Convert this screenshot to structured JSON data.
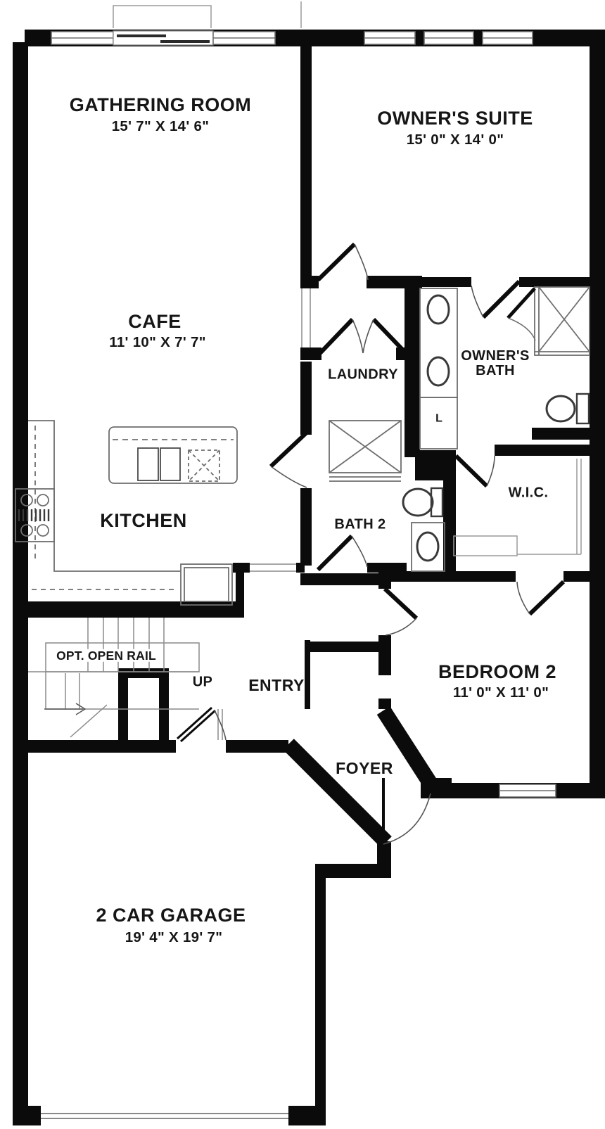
{
  "plan": {
    "rooms": {
      "gathering": {
        "name": "GATHERING ROOM",
        "dims": "15' 7\" X 14' 6\""
      },
      "owners_suite": {
        "name": "OWNER'S SUITE",
        "dims": "15' 0\" X 14' 0\""
      },
      "cafe": {
        "name": "CAFE",
        "dims": "11' 10\" X 7' 7\""
      },
      "kitchen": {
        "name": "KITCHEN"
      },
      "laundry": {
        "name": "LAUNDRY"
      },
      "owners_bath": {
        "name": "OWNER'S BATH"
      },
      "linen": {
        "name": "L"
      },
      "bath2": {
        "name": "BATH 2"
      },
      "wic": {
        "name": "W.I.C."
      },
      "bedroom2": {
        "name": "BEDROOM 2",
        "dims": "11' 0\" X 11' 0\""
      },
      "entry": {
        "name": "ENTRY"
      },
      "foyer": {
        "name": "FOYER"
      },
      "garage": {
        "name": "2 CAR GARAGE",
        "dims": "19' 4\" X 19' 7\""
      },
      "stair_note": {
        "name": "OPT. OPEN RAIL"
      },
      "stair_dir": {
        "name": "UP"
      }
    },
    "colors": {
      "wall": "#0b0b0b",
      "line": "#6e6e6e",
      "text": "#161616",
      "bg": "#ffffff"
    }
  }
}
